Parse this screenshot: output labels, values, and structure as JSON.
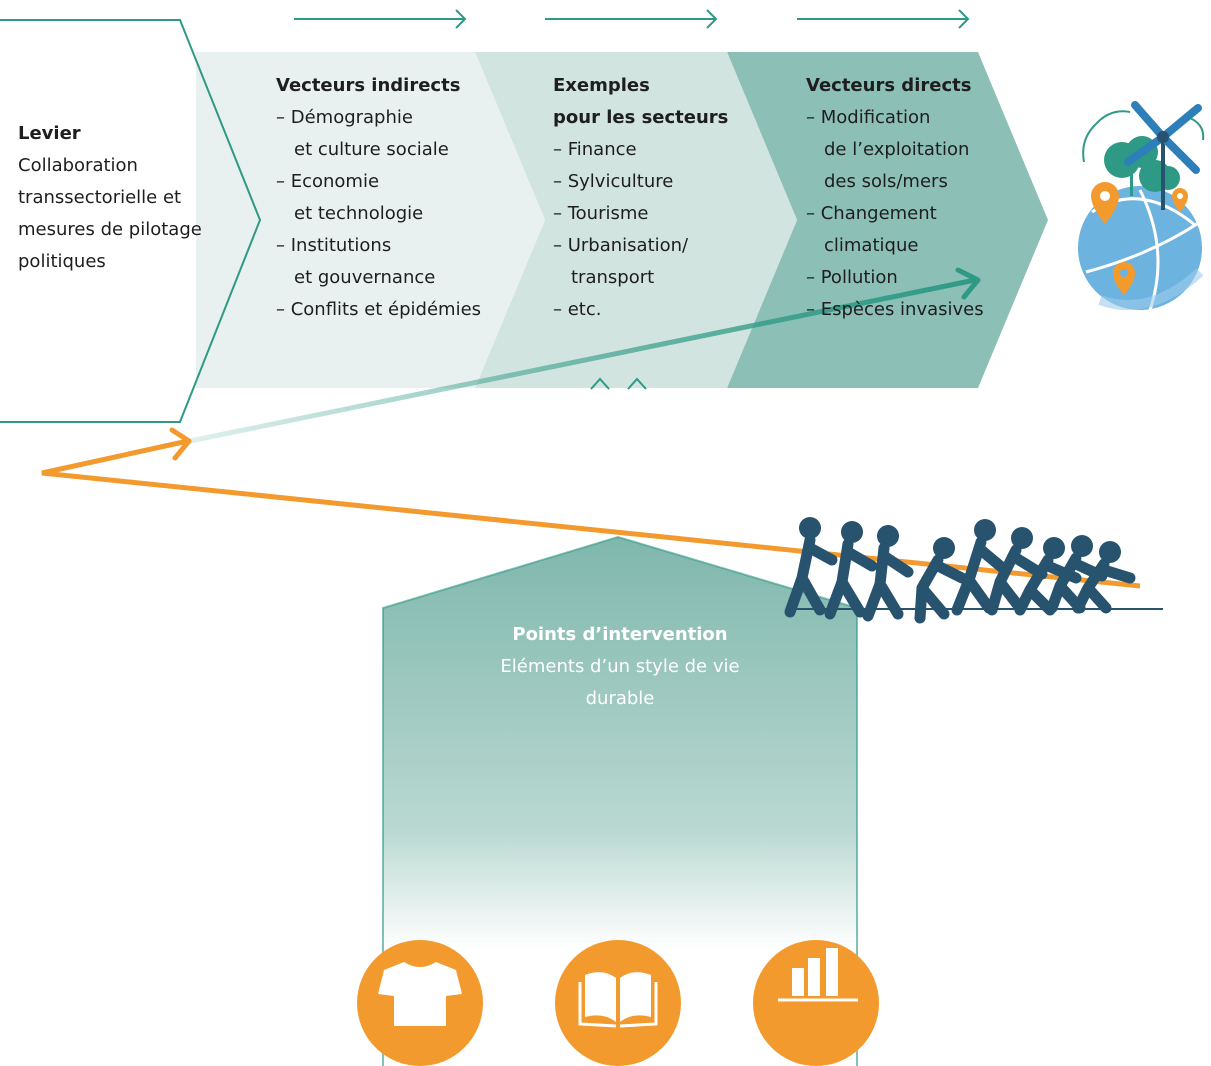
{
  "lever": {
    "title": "Levier",
    "lines": [
      "Collaboration",
      "transsectorielle et",
      "mesures de pilotage",
      "politiques"
    ]
  },
  "indirect": {
    "title": "Vecteurs indirects",
    "items": [
      [
        "– Démographie",
        "et culture sociale"
      ],
      [
        "– Economie",
        "et technologie"
      ],
      [
        "– Institutions",
        "et gouvernance"
      ],
      [
        "– Conflits et épidémies"
      ]
    ]
  },
  "sectors": {
    "title_line1": "Exemples",
    "title_line2": "pour les secteurs",
    "items": [
      "– Finance",
      "– Sylviculture",
      "– Tourisme",
      "– Urbanisation/",
      "transport",
      "– etc."
    ]
  },
  "direct": {
    "title": "Vecteurs directs",
    "items": [
      [
        "– Modification",
        "de l’exploitation",
        "des sols/mers"
      ],
      [
        "– Changement",
        "climatique"
      ],
      [
        "– Pollution"
      ],
      [
        "– Espèces invasives"
      ]
    ]
  },
  "intervention": {
    "title": "Points d’intervention",
    "subtitle_line1": "Eléments d’un style de vie",
    "subtitle_line2": "durable"
  },
  "icons": [
    "t-shirt-icon",
    "open-book-icon",
    "bar-chart-icon",
    "globe-icon",
    "windmill-icon",
    "tree-icon",
    "location-pin-icon",
    "tug-of-war-people-icon"
  ],
  "colors": {
    "arrow_light": "#e6efed",
    "arrow_mid": "#d0e2df",
    "arrow_dark": "#8cbfb5",
    "teal_line": "#2e9a86",
    "orange": "#f39a2e",
    "navy": "#27536f",
    "globe_blue": "#6cb3e0"
  }
}
